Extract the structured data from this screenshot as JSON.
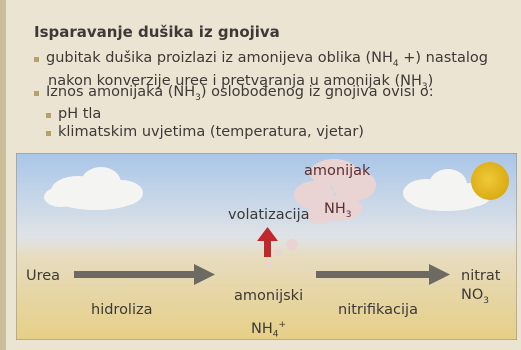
{
  "heading": "Isparavanje dušika iz gnojiva",
  "bullets": [
    {
      "line1_before": "gubitak dušika proizlazi iz amonijeva oblika (NH",
      "line1_sub": "4",
      "line1_after": " +) nastalog",
      "line2_before": "nakon konverzije uree i pretvaranja u amonijak (NH",
      "line2_sub": "3",
      "line2_after": ")"
    },
    {
      "before": "Iznos amonijaka (NH",
      "sub": "3",
      "after": ") oslobođenog iz gnojiva ovisi o:"
    }
  ],
  "sub_bullets": [
    "pH tla",
    "klimatskim uvjetima (temperatura, vjetar)"
  ],
  "diagram": {
    "amonijak_label": "amonijak",
    "nh3_base": "NH",
    "nh3_sub": "3",
    "volatizacija_label": "volatizacija",
    "urea_label": "Urea",
    "hidroliza_label": "hidroliza",
    "amonijski_label": "amonijski",
    "nh4_base": "NH",
    "nh4_sub": "4",
    "nh4_sup": "+",
    "nitrifikacija_label": "nitrifikacija",
    "nitrat_label": "nitrat",
    "no3_base": "NO",
    "no3_sub": "3"
  },
  "colors": {
    "background": "#ece4d3",
    "sky_top": "#a9c6e8",
    "soil_bottom": "#e6cf86",
    "arrow": "#6d6a63",
    "volatizacija_arrow": "#c0282c",
    "sun": "#e3b316",
    "bullet": "#b8a165"
  }
}
